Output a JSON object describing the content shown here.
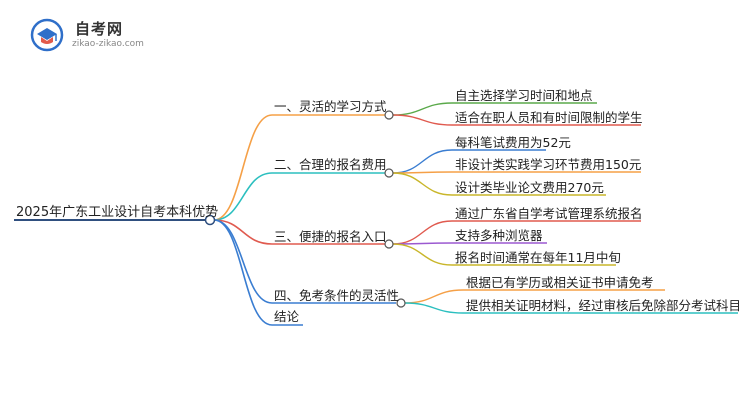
{
  "logo": {
    "title": "自考网",
    "subtitle": "zikao-zikao.com"
  },
  "mindmap": {
    "root": "2025年广东工业设计自考本科优势",
    "branches": [
      {
        "label": "一、灵活的学习方式",
        "color": "#f5a047",
        "children": [
          {
            "label": "自主选择学习时间和地点",
            "color": "#5aa94a"
          },
          {
            "label": "适合在职人员和有时间限制的学生",
            "color": "#e05a4f"
          }
        ]
      },
      {
        "label": "二、合理的报名费用",
        "color": "#2bbfbf",
        "children": [
          {
            "label": "每科笔试费用为52元",
            "color": "#3a7dd1"
          },
          {
            "label": "非设计类实践学习环节费用150元",
            "color": "#f5a047"
          },
          {
            "label": "设计类毕业论文费用270元",
            "color": "#c9b62a"
          }
        ]
      },
      {
        "label": "三、便捷的报名入口",
        "color": "#e05a4f",
        "children": [
          {
            "label": "通过广东省自学考试管理系统报名",
            "color": "#e05a4f"
          },
          {
            "label": "支持多种浏览器",
            "color": "#9b59d0"
          },
          {
            "label": "报名时间通常在每年11月中旬",
            "color": "#c9b62a"
          }
        ]
      },
      {
        "label": "四、免考条件的灵活性",
        "color": "#3a7dd1",
        "children": [
          {
            "label": "根据已有学历或相关证书申请免考",
            "color": "#f5a047"
          },
          {
            "label": "提供相关证明材料，经过审核后免除部分考试科目",
            "color": "#2bbfbf"
          }
        ]
      },
      {
        "label": "结论",
        "color": "#3a7dd1",
        "children": []
      }
    ]
  }
}
